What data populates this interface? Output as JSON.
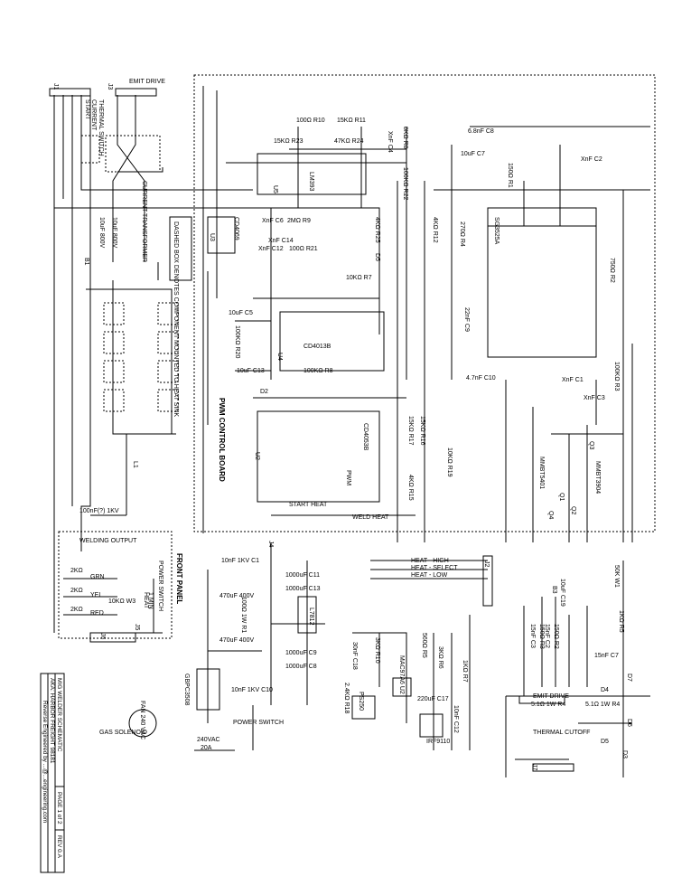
{
  "title_block": {
    "title": "MIG WELDER SCHEMATIC",
    "subtitle": "AKA: HARBOR FREIGHT 98181",
    "page": "PAGE 1 of 2",
    "rev": "REV 0.A",
    "credit": "Reverse Engineered by ...@...engineering.com"
  },
  "boards": {
    "pwm_board": "PWM CONTROL BOARD",
    "front_panel": "FRONT PANEL",
    "welding_output": "WELDING OUTPUT"
  },
  "components": [
    "100Ω R10",
    "15KΩ R11",
    "15KΩ R23",
    "47KΩ R24",
    "LM393",
    "U5",
    "XnF C6",
    "2MΩ R9",
    "CD4069",
    "U3",
    "XnF C12",
    "100Ω R21",
    "4KΩ R25",
    "D5",
    "8KΩ R8",
    "100KΩ R22",
    "XnF C4",
    "10KΩ R7",
    "10uF C5",
    "100KΩ R20",
    "CD4013B",
    "U4",
    "10uF C13",
    "100KΩ R8",
    "D2",
    "CD4053B",
    "U2",
    "6.8nF C8",
    "10uF C7",
    "XnF C2",
    "150Ω R1",
    "SG3525A",
    "270Ω R4",
    "4KΩ R12",
    "22nF C9",
    "4.7nF C10",
    "XnF C1",
    "XnF C3",
    "750Ω R2",
    "100KΩ R3",
    "15KΩ R17",
    "15KΩ R16",
    "4KΩ R15",
    "10KΩ R19",
    "MMBT5401",
    "Q3",
    "Q4",
    "100nF(?) 1KV",
    "POWER SWITCH",
    "10KΩ W3",
    "2KΩ",
    "2KΩ",
    "2KΩ",
    "10nF 1KV C1",
    "1000uF C11",
    "1000uF C13",
    "470uF 400V",
    "470uF 400V",
    "100Ω 1W R1",
    "L7812",
    "1000uF C9",
    "1000uF C8",
    "GBPC3508",
    "10nF 1KV C10",
    "POWER SWITCH",
    "240VAC",
    "20A",
    "PS250",
    "MAC97A6 U2",
    "3KΩ R10",
    "30nF C18",
    "2.4KΩ R18",
    "220uF C17",
    "IRF9110",
    "10nF C12",
    "3KΩ R6",
    "560Ω R5",
    "1KΩ R7",
    "10uF C19",
    "50K W1",
    "1KΩ R5",
    "15nF C7",
    "5.1Ω 1W R4",
    "5.1Ω 1W R4",
    "THERMAL CUTOFF",
    "GAS SOLENOID",
    "FAN 240 VAC",
    "EMIT DRIVE",
    "CURRENT TRANSFORMER",
    "DASHED BOX DENOTES COMPONENT MOUNTED TO HEAT SINK",
    "10uF 800V",
    "10uF 800V",
    "L1",
    "J1",
    "J3",
    "B1",
    "B3",
    "EMIT DRIVE",
    "150Ω R3",
    "150Ω R2",
    "15nF C3",
    "15nF C2",
    "J2",
    "J4",
    "J5",
    "J6",
    "J7",
    "START",
    "CURRENT",
    "THERMAL SWITCH",
    "D4",
    "D5",
    "D6",
    "D7",
    "D3",
    "PWM",
    "START HEAT",
    "WELD HEAT",
    "HEAT - HIGH",
    "HEAT - SELECT",
    "HEAT - LOW",
    "1 MIN",
    "HEAT",
    "GRN",
    "YEL",
    "RED",
    "Q1",
    "Q2",
    "MMBT3904",
    "XnF C14"
  ],
  "colors": {
    "ink": "#000000",
    "paper": "#ffffff"
  }
}
